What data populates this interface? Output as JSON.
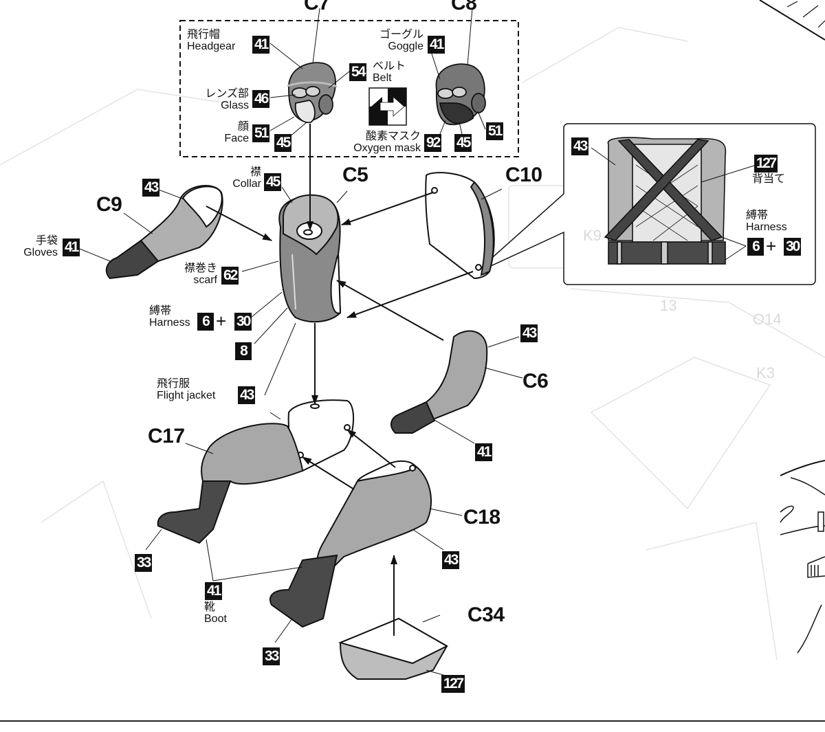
{
  "diagram": {
    "title": "Pilot figure assembly",
    "colors": {
      "line": "#111111",
      "suit_gray": "#a8a8a8",
      "dark_leather": "#4a4a4a",
      "code_badge_bg": "#111111",
      "code_badge_fg": "#ffffff",
      "ghost_background": "#d9d9d9"
    },
    "parts": {
      "c7": "C7",
      "c8": "C8",
      "c5": "C5",
      "c10": "C10",
      "c9": "C9",
      "c6": "C6",
      "c17": "C17",
      "c18": "C18",
      "c34": "C34"
    },
    "head_inset": {
      "headgear_jp": "飛行帽",
      "headgear_en": "Headgear",
      "headgear_code": "41",
      "belt_jp": "ベルト",
      "belt_en": "Belt",
      "belt_code": "54",
      "glass_jp": "レンズ部",
      "glass_en": "Glass",
      "glass_code": "46",
      "face_jp": "顔",
      "face_en": "Face",
      "face_code": "51",
      "c7_code_45": "45",
      "goggle_jp": "ゴーグル",
      "goggle_en": "Goggle",
      "goggle_code": "41",
      "oxygen_jp": "酸素マスク",
      "oxygen_en": "Oxygen mask",
      "oxygen_code": "92",
      "c8_code_45": "45",
      "c8_code_51": "51",
      "swap_icon": "either-or-arrows-icon"
    },
    "back_inset": {
      "jacket_code": "43",
      "backpad_code": "127",
      "backpad_jp": "背当て",
      "harness_jp": "縛帯",
      "harness_en": "Harness",
      "harness_code_a": "6",
      "harness_plus": "+",
      "harness_code_b": "30"
    },
    "torso": {
      "collar_jp": "襟",
      "collar_en": "Collar",
      "collar_code": "45",
      "scarf_jp": "襟巻き",
      "scarf_en": "scarf",
      "scarf_code": "62",
      "harness_jp": "縛帯",
      "harness_en": "Harness",
      "harness_code_a": "6",
      "harness_plus": "+",
      "harness_code_b": "30",
      "buckle_code": "8",
      "jacket_jp": "飛行服",
      "jacket_en": "Flight jacket",
      "jacket_code": "43"
    },
    "left_arm": {
      "sleeve_code": "43",
      "gloves_jp": "手袋",
      "gloves_en": "Gloves",
      "gloves_code": "41"
    },
    "right_arm": {
      "sleeve_code": "43",
      "glove_code": "41"
    },
    "legs": {
      "left_sole_code": "33",
      "boot_code": "41",
      "boot_jp": "靴",
      "boot_en": "Boot",
      "right_sole_code": "33",
      "right_trouser_code": "43"
    },
    "cushion": {
      "code": "127"
    },
    "ghost_text": {
      "k9": "K9",
      "o14": "O14",
      "k3": "K3",
      "l13": "13"
    }
  }
}
